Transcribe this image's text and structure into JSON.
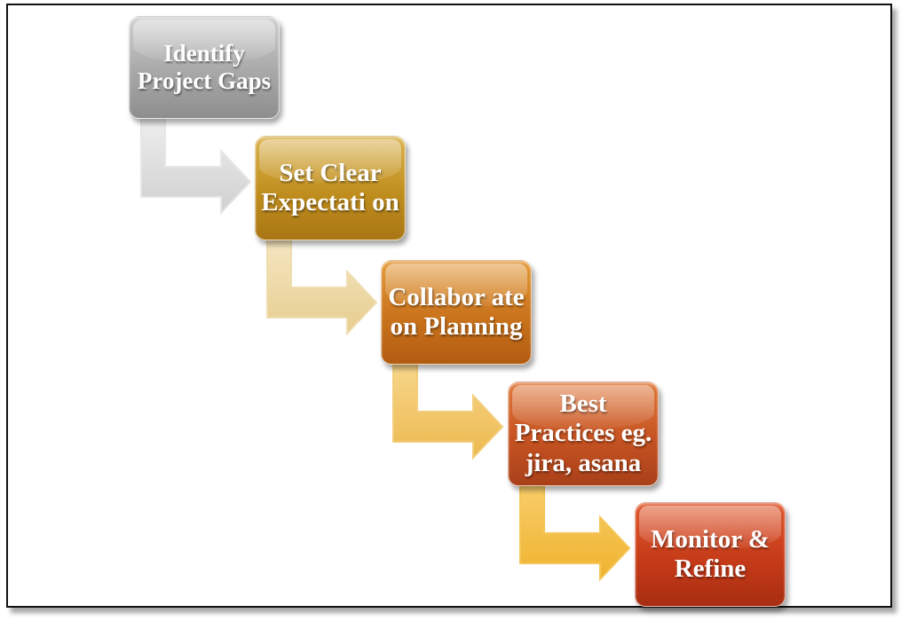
{
  "diagram": {
    "steps": [
      {
        "label": "Identify Project Gaps",
        "color": "#a8a8a8"
      },
      {
        "label": "Set Clear Expectati on",
        "color": "#c08e1e"
      },
      {
        "label": "Collabor ate on Planning",
        "color": "#c9731c"
      },
      {
        "label": "Best Practices eg. jira, asana",
        "color": "#c65322"
      },
      {
        "label": "Monitor & Refine",
        "color": "#c63b18"
      }
    ],
    "connector_colors": [
      "#d9d9d9",
      "#ecd7a4",
      "#f2c56a",
      "#f5b93f"
    ]
  }
}
